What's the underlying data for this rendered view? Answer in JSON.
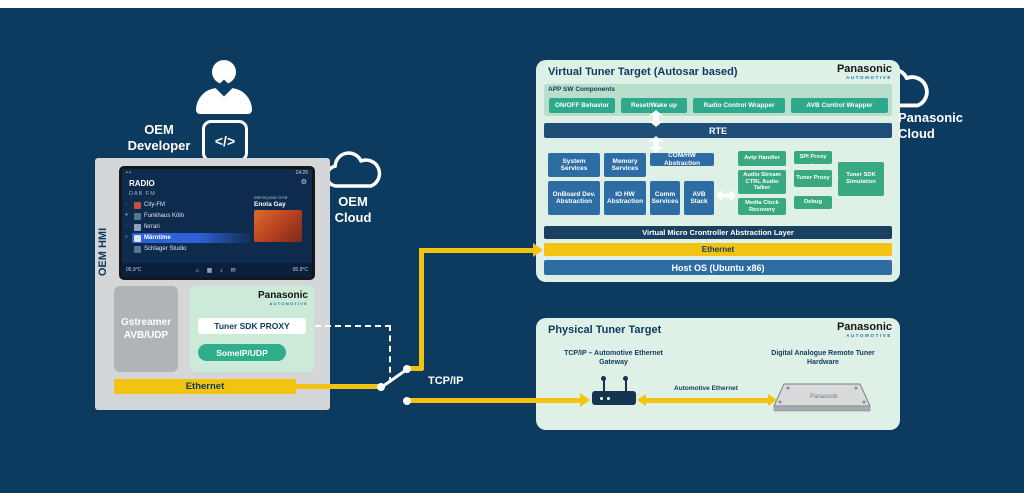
{
  "colors": {
    "background_navy": "#0D3A5F",
    "accent_yellow": "#F2C411",
    "teal": "#2EA98C",
    "sim_green": "#38A981",
    "box_blue": "#2E6DA4",
    "bar_navy": "#1F4E79",
    "panel_green": "#DFF1E7",
    "brand_blue": "#1F6FB5",
    "highlight_blue": "#2F62D9"
  },
  "brand": {
    "name": "Panasonic",
    "sub": "AUTOMOTIVE"
  },
  "oem_developer": {
    "line1": "OEM",
    "line2": "Developer",
    "code_icon": "</>"
  },
  "oem_cloud": {
    "line1": "OEM",
    "line2": "Cloud"
  },
  "panasonic_cloud": {
    "line1": "Panasonic",
    "line2": "Cloud"
  },
  "oem_hmi": {
    "side_label": "OEM HMI",
    "radio": {
      "time": "14:26",
      "title": "RADIO",
      "tabs": "DAB  FM",
      "stations": [
        "City-FM",
        "Funkhaus Köln",
        "ferrari",
        "Märntime",
        "Schlager Studio"
      ],
      "station_info": "Merseyside DAB",
      "now_playing": "Enola Gay",
      "temp": "05.9°C"
    },
    "gstreamer_line1": "Gstreamer",
    "gstreamer_line2": "AVB/UDP",
    "tuner_proxy": "Tuner SDK PROXY",
    "someip": "SomeIP/UDP",
    "ethernet": "Ethernet"
  },
  "virtual_tuner": {
    "title": "Virtual Tuner Target (Autosar based)",
    "app_sw_label": "APP SW Components",
    "app_components": [
      "ON/OFF Behavior",
      "Reset/Wake up",
      "Radio Control Wrapper",
      "AVB Control Wrapper"
    ],
    "rte": "RTE",
    "bsw": [
      "System Services",
      "Memory Services",
      "COM/HW Abstraction",
      "OnBoard Dev. Abstraction",
      "IO HW Abstraction",
      "Comm Services",
      "AVB Stack"
    ],
    "sim": [
      "Avtp Handler",
      "SPI Proxy",
      "Audio Stream CTRL Audio Talker",
      "Tuner Proxy",
      "Tuner SDK Simulation",
      "Media Clock Recovery",
      "Debug"
    ],
    "vmcal": "Virtual Micro Crontroller Abstraction Layer",
    "ethernet": "Ethernet",
    "host_os": "Host OS (Ubuntu x86)"
  },
  "physical_tuner": {
    "title": "Physical Tuner Target",
    "gateway_line1": "TCP/IP – Automotive Ethernet",
    "gateway_line2": "Gateway",
    "hw_line1": "Digital Analogue Remote Tuner",
    "hw_line2": "Hardware",
    "auto_ethernet": "Automotive Ethernet"
  },
  "connections": {
    "tcpip": "TCP/IP"
  },
  "icons": {
    "gear": "⚙",
    "left_strip": [
      "‹",
      "★",
      "♡",
      "≡"
    ],
    "bottom_bar": "⌂  ▦  ♪  ✉",
    "status_dots": "• •",
    "arrow_right": "→",
    "arrow_down": "↓"
  }
}
